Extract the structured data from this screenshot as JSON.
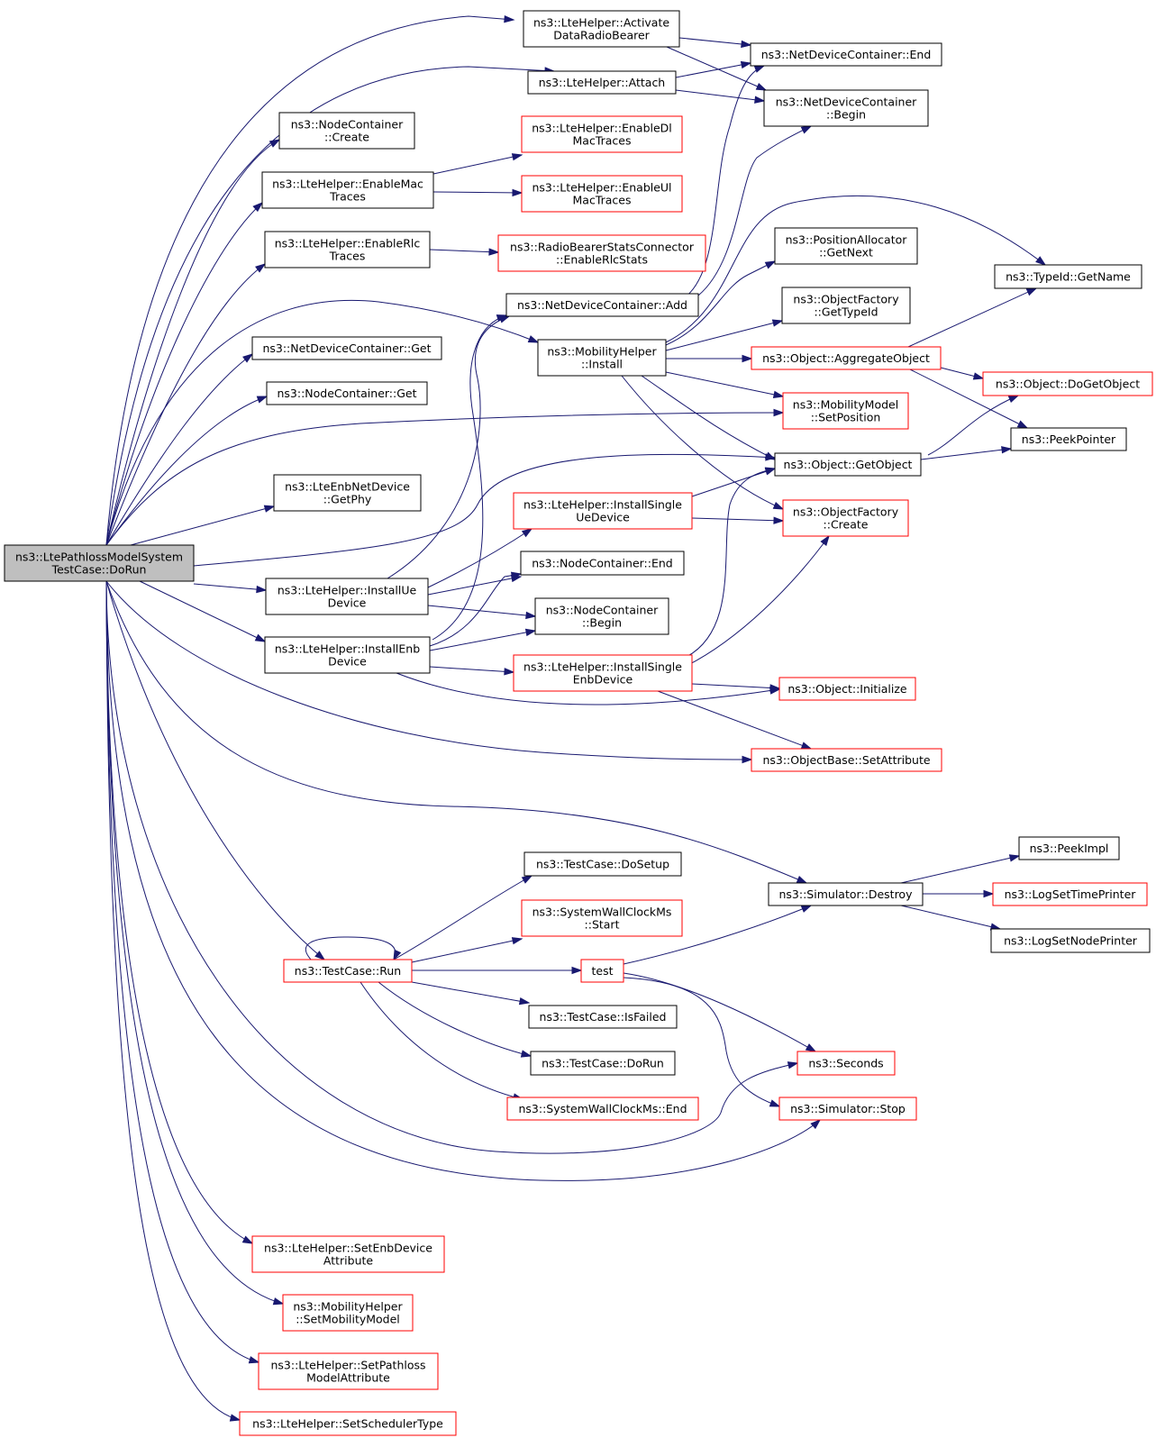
{
  "colors": {
    "edge": "#191970",
    "root_fill": "#bfbfbf",
    "normal_border": "#000000",
    "red_border": "#ff0000",
    "node_fill": "#ffffff"
  },
  "nodes": [
    {
      "id": "root",
      "lines": [
        "ns3::LtePathlossModelSystem",
        "TestCase::DoRun"
      ],
      "style": "root"
    },
    {
      "id": "activate",
      "lines": [
        "ns3::LteHelper::Activate",
        "DataRadioBearer"
      ],
      "style": "normal"
    },
    {
      "id": "attach",
      "lines": [
        "ns3::LteHelper::Attach"
      ],
      "style": "normal"
    },
    {
      "id": "ndc_end",
      "lines": [
        "ns3::NetDeviceContainer::End"
      ],
      "style": "normal"
    },
    {
      "id": "ndc_begin",
      "lines": [
        "ns3::NetDeviceContainer",
        "::Begin"
      ],
      "style": "normal"
    },
    {
      "id": "nc_create",
      "lines": [
        "ns3::NodeContainer",
        "::Create"
      ],
      "style": "normal"
    },
    {
      "id": "enable_mac",
      "lines": [
        "ns3::LteHelper::EnableMac",
        "Traces"
      ],
      "style": "normal"
    },
    {
      "id": "enable_dl",
      "lines": [
        "ns3::LteHelper::EnableDl",
        "MacTraces"
      ],
      "style": "red"
    },
    {
      "id": "enable_ul",
      "lines": [
        "ns3::LteHelper::EnableUl",
        "MacTraces"
      ],
      "style": "red"
    },
    {
      "id": "enable_rlc",
      "lines": [
        "ns3::LteHelper::EnableRlc",
        "Traces"
      ],
      "style": "normal"
    },
    {
      "id": "rbsc",
      "lines": [
        "ns3::RadioBearerStatsConnector",
        "::EnableRlcStats"
      ],
      "style": "red"
    },
    {
      "id": "pa_getnext",
      "lines": [
        "ns3::PositionAllocator",
        "::GetNext"
      ],
      "style": "normal"
    },
    {
      "id": "typeid_getname",
      "lines": [
        "ns3::TypeId::GetName"
      ],
      "style": "normal"
    },
    {
      "id": "ndc_add",
      "lines": [
        "ns3::NetDeviceContainer::Add"
      ],
      "style": "normal"
    },
    {
      "id": "of_gettypeid",
      "lines": [
        "ns3::ObjectFactory",
        "::GetTypeId"
      ],
      "style": "normal"
    },
    {
      "id": "ndc_get",
      "lines": [
        "ns3::NetDeviceContainer::Get"
      ],
      "style": "normal"
    },
    {
      "id": "mh_install",
      "lines": [
        "ns3::MobilityHelper",
        "::Install"
      ],
      "style": "normal"
    },
    {
      "id": "aggregate",
      "lines": [
        "ns3::Object::AggregateObject"
      ],
      "style": "red"
    },
    {
      "id": "dogetobject",
      "lines": [
        "ns3::Object::DoGetObject"
      ],
      "style": "red"
    },
    {
      "id": "nc_get",
      "lines": [
        "ns3::NodeContainer::Get"
      ],
      "style": "normal"
    },
    {
      "id": "mm_setpos",
      "lines": [
        "ns3::MobilityModel",
        "::SetPosition"
      ],
      "style": "red"
    },
    {
      "id": "peekpointer",
      "lines": [
        "ns3::PeekPointer"
      ],
      "style": "normal"
    },
    {
      "id": "getobject",
      "lines": [
        "ns3::Object::GetObject"
      ],
      "style": "normal"
    },
    {
      "id": "getphy",
      "lines": [
        "ns3::LteEnbNetDevice",
        "::GetPhy"
      ],
      "style": "normal"
    },
    {
      "id": "single_ue",
      "lines": [
        "ns3::LteHelper::InstallSingle",
        "UeDevice"
      ],
      "style": "red"
    },
    {
      "id": "of_create",
      "lines": [
        "ns3::ObjectFactory",
        "::Create"
      ],
      "style": "red"
    },
    {
      "id": "nc_end",
      "lines": [
        "ns3::NodeContainer::End"
      ],
      "style": "normal"
    },
    {
      "id": "install_ue",
      "lines": [
        "ns3::LteHelper::InstallUe",
        "Device"
      ],
      "style": "normal"
    },
    {
      "id": "nc_begin",
      "lines": [
        "ns3::NodeContainer",
        "::Begin"
      ],
      "style": "normal"
    },
    {
      "id": "install_enb",
      "lines": [
        "ns3::LteHelper::InstallEnb",
        "Device"
      ],
      "style": "normal"
    },
    {
      "id": "single_enb",
      "lines": [
        "ns3::LteHelper::InstallSingle",
        "EnbDevice"
      ],
      "style": "red"
    },
    {
      "id": "obj_init",
      "lines": [
        "ns3::Object::Initialize"
      ],
      "style": "red"
    },
    {
      "id": "setattr",
      "lines": [
        "ns3::ObjectBase::SetAttribute"
      ],
      "style": "red"
    },
    {
      "id": "tc_dosetup",
      "lines": [
        "ns3::TestCase::DoSetup"
      ],
      "style": "normal"
    },
    {
      "id": "peekimpl",
      "lines": [
        "ns3::PeekImpl"
      ],
      "style": "normal"
    },
    {
      "id": "sim_destroy",
      "lines": [
        "ns3::Simulator::Destroy"
      ],
      "style": "normal"
    },
    {
      "id": "logtime",
      "lines": [
        "ns3::LogSetTimePrinter"
      ],
      "style": "red"
    },
    {
      "id": "swc_start",
      "lines": [
        "ns3::SystemWallClockMs",
        "::Start"
      ],
      "style": "red"
    },
    {
      "id": "lognode",
      "lines": [
        "ns3::LogSetNodePrinter"
      ],
      "style": "normal"
    },
    {
      "id": "tc_run",
      "lines": [
        "ns3::TestCase::Run"
      ],
      "style": "red"
    },
    {
      "id": "test",
      "lines": [
        "test"
      ],
      "style": "red"
    },
    {
      "id": "tc_isfailed",
      "lines": [
        "ns3::TestCase::IsFailed"
      ],
      "style": "normal"
    },
    {
      "id": "seconds",
      "lines": [
        "ns3::Seconds"
      ],
      "style": "red"
    },
    {
      "id": "tc_dorun",
      "lines": [
        "ns3::TestCase::DoRun"
      ],
      "style": "normal"
    },
    {
      "id": "swc_end",
      "lines": [
        "ns3::SystemWallClockMs::End"
      ],
      "style": "red"
    },
    {
      "id": "sim_stop",
      "lines": [
        "ns3::Simulator::Stop"
      ],
      "style": "red"
    },
    {
      "id": "set_enb_attr",
      "lines": [
        "ns3::LteHelper::SetEnbDevice",
        "Attribute"
      ],
      "style": "red"
    },
    {
      "id": "set_mob_model",
      "lines": [
        "ns3::MobilityHelper",
        "::SetMobilityModel"
      ],
      "style": "red"
    },
    {
      "id": "set_pathloss",
      "lines": [
        "ns3::LteHelper::SetPathloss",
        "ModelAttribute"
      ],
      "style": "red"
    },
    {
      "id": "set_sched",
      "lines": [
        "ns3::LteHelper::SetSchedulerType"
      ],
      "style": "red"
    }
  ],
  "edges": [
    {
      "from": "root",
      "to": "activate"
    },
    {
      "from": "root",
      "to": "attach"
    },
    {
      "from": "root",
      "to": "nc_create"
    },
    {
      "from": "root",
      "to": "enable_mac"
    },
    {
      "from": "root",
      "to": "enable_rlc"
    },
    {
      "from": "root",
      "to": "mh_install"
    },
    {
      "from": "root",
      "to": "ndc_get"
    },
    {
      "from": "root",
      "to": "nc_get"
    },
    {
      "from": "root",
      "to": "mm_setpos"
    },
    {
      "from": "root",
      "to": "getobject"
    },
    {
      "from": "root",
      "to": "getphy"
    },
    {
      "from": "root",
      "to": "install_ue"
    },
    {
      "from": "root",
      "to": "install_enb"
    },
    {
      "from": "root",
      "to": "setattr"
    },
    {
      "from": "root",
      "to": "sim_destroy"
    },
    {
      "from": "root",
      "to": "tc_run"
    },
    {
      "from": "root",
      "to": "seconds"
    },
    {
      "from": "root",
      "to": "sim_stop"
    },
    {
      "from": "root",
      "to": "set_enb_attr"
    },
    {
      "from": "root",
      "to": "set_mob_model"
    },
    {
      "from": "root",
      "to": "set_pathloss"
    },
    {
      "from": "root",
      "to": "set_sched"
    },
    {
      "from": "activate",
      "to": "ndc_end"
    },
    {
      "from": "activate",
      "to": "ndc_begin"
    },
    {
      "from": "attach",
      "to": "ndc_end"
    },
    {
      "from": "attach",
      "to": "ndc_begin"
    },
    {
      "from": "enable_mac",
      "to": "enable_dl"
    },
    {
      "from": "enable_mac",
      "to": "enable_ul"
    },
    {
      "from": "enable_rlc",
      "to": "rbsc"
    },
    {
      "from": "ndc_add",
      "to": "ndc_end"
    },
    {
      "from": "ndc_add",
      "to": "ndc_begin"
    },
    {
      "from": "mh_install",
      "to": "pa_getnext"
    },
    {
      "from": "mh_install",
      "to": "typeid_getname"
    },
    {
      "from": "mh_install",
      "to": "of_gettypeid"
    },
    {
      "from": "mh_install",
      "to": "aggregate"
    },
    {
      "from": "mh_install",
      "to": "mm_setpos"
    },
    {
      "from": "mh_install",
      "to": "getobject"
    },
    {
      "from": "mh_install",
      "to": "of_create"
    },
    {
      "from": "aggregate",
      "to": "typeid_getname"
    },
    {
      "from": "aggregate",
      "to": "dogetobject"
    },
    {
      "from": "aggregate",
      "to": "peekpointer"
    },
    {
      "from": "getobject",
      "to": "dogetobject"
    },
    {
      "from": "getobject",
      "to": "peekpointer"
    },
    {
      "from": "install_ue",
      "to": "ndc_add"
    },
    {
      "from": "install_ue",
      "to": "single_ue"
    },
    {
      "from": "install_ue",
      "to": "nc_end"
    },
    {
      "from": "install_ue",
      "to": "nc_begin"
    },
    {
      "from": "install_enb",
      "to": "ndc_add"
    },
    {
      "from": "install_enb",
      "to": "nc_end"
    },
    {
      "from": "install_enb",
      "to": "nc_begin"
    },
    {
      "from": "install_enb",
      "to": "single_enb"
    },
    {
      "from": "install_enb",
      "to": "obj_init"
    },
    {
      "from": "single_ue",
      "to": "getobject"
    },
    {
      "from": "single_ue",
      "to": "of_create"
    },
    {
      "from": "single_enb",
      "to": "getobject"
    },
    {
      "from": "single_enb",
      "to": "of_create"
    },
    {
      "from": "single_enb",
      "to": "obj_init"
    },
    {
      "from": "single_enb",
      "to": "setattr"
    },
    {
      "from": "sim_destroy",
      "to": "peekimpl"
    },
    {
      "from": "sim_destroy",
      "to": "logtime"
    },
    {
      "from": "sim_destroy",
      "to": "lognode"
    },
    {
      "from": "tc_run",
      "to": "tc_run"
    },
    {
      "from": "tc_run",
      "to": "tc_dosetup"
    },
    {
      "from": "tc_run",
      "to": "swc_start"
    },
    {
      "from": "tc_run",
      "to": "test"
    },
    {
      "from": "tc_run",
      "to": "tc_isfailed"
    },
    {
      "from": "tc_run",
      "to": "tc_dorun"
    },
    {
      "from": "tc_run",
      "to": "swc_end"
    },
    {
      "from": "test",
      "to": "sim_destroy"
    },
    {
      "from": "test",
      "to": "seconds"
    },
    {
      "from": "test",
      "to": "sim_stop"
    }
  ]
}
